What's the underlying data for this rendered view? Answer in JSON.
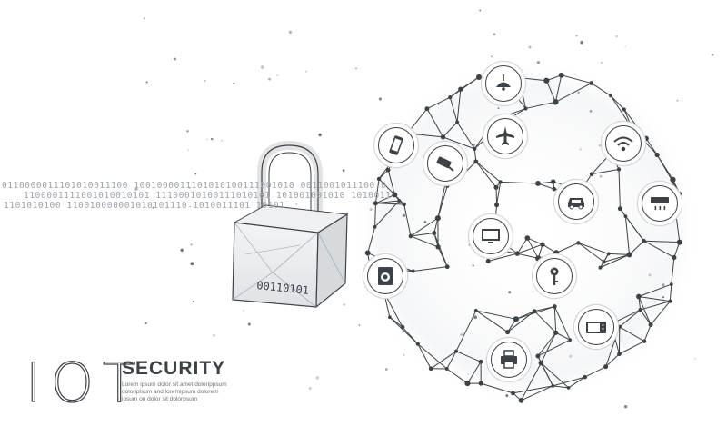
{
  "logo": {
    "iot": "IOT",
    "security": "SECURITY",
    "lorem_lines": [
      "Lorem ipsum dolor sit amet dolorippsum",
      "doloriplsum and loremipsum dolorem",
      "ipsum on dolor sit dolorpsum"
    ]
  },
  "binary_rows": [
    "0110000011101010011100   1001000011101010100111001010   0011001011100   0",
    "1100001111001010010101   11100010100111010101   101001001010   1010011",
    "1101010100   110010000001010101110   1010011101   10101"
  ],
  "padlock": {
    "code": "00110101"
  },
  "colors": {
    "line": "#3d4247",
    "accent": "#7b8289",
    "background": "#ffffff"
  },
  "icons": [
    "ceiling-lamp-icon",
    "airplane-icon",
    "phone-icon",
    "security-camera-icon",
    "wifi-icon",
    "car-icon",
    "air-conditioner-icon",
    "television-icon",
    "washing-machine-icon",
    "key-icon",
    "microwave-icon",
    "printer-icon"
  ]
}
